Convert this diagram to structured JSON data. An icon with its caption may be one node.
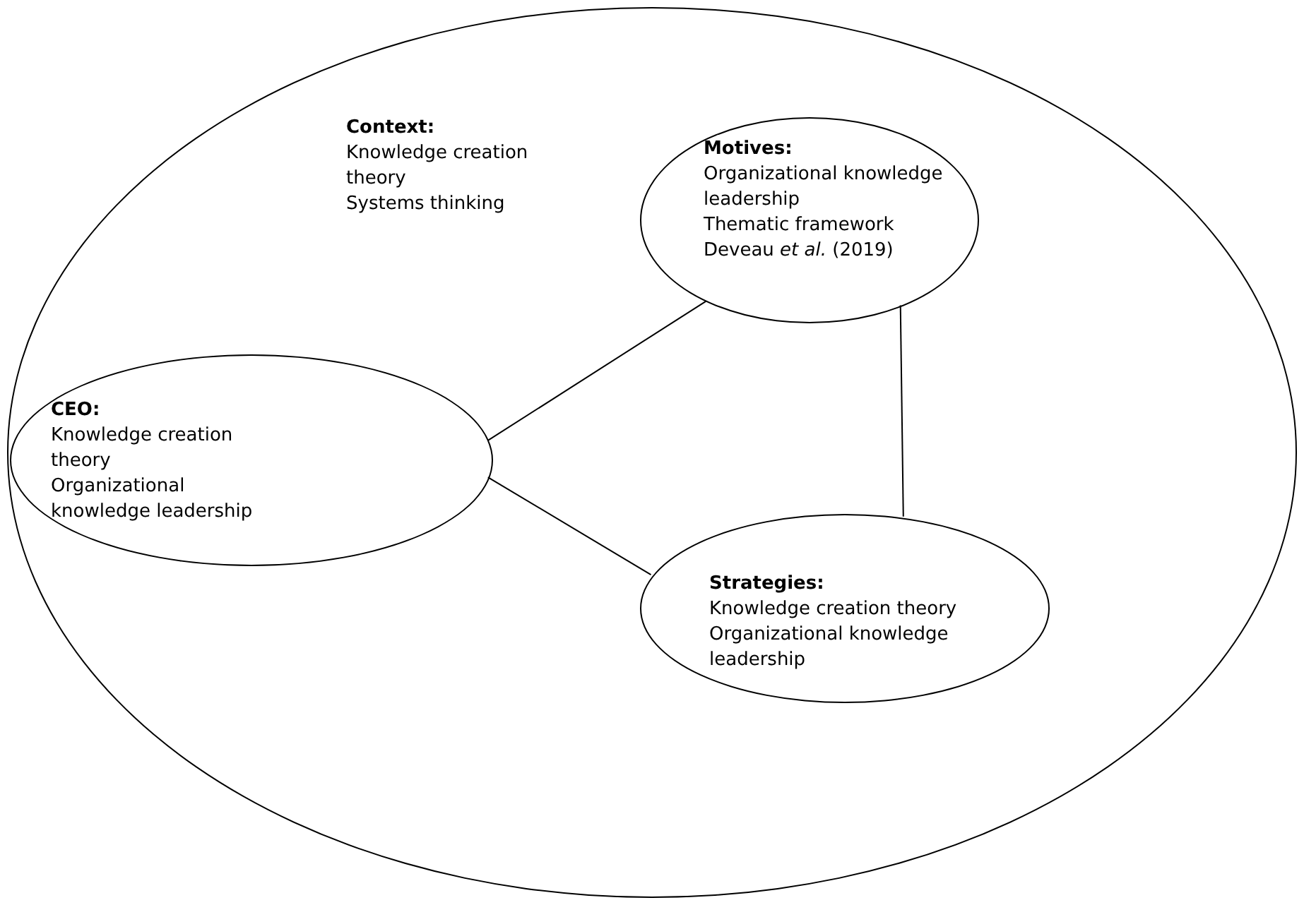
{
  "diagram": {
    "nodes": [
      {
        "text": [
          "Context:",
          "Knowledge creation theory",
          "Systems thinking"
        ]
      },
      {
        "text": [
          "Motives:",
          "Organizational knowledge leadership",
          "Thematic framework",
          "Deveau *et al.* (2019)"
        ],
        "in": 0
      },
      {
        "text": [
          "CEO:",
          "Knowledge creation theory",
          "Organizational knowledge leadership"
        ],
        "in": 0
      },
      {
        "text": [
          "Strategies:",
          "Knowledge creation theory",
          "Organizational knowledge leadership"
        ],
        "in": 0
      }
    ],
    "edges": [
      {
        "from": 2,
        "to": 1,
        "arrow": "none"
      },
      {
        "from": 2,
        "to": 3,
        "arrow": "none"
      },
      {
        "from": 1,
        "to": 3,
        "arrow": "none"
      }
    ]
  }
}
